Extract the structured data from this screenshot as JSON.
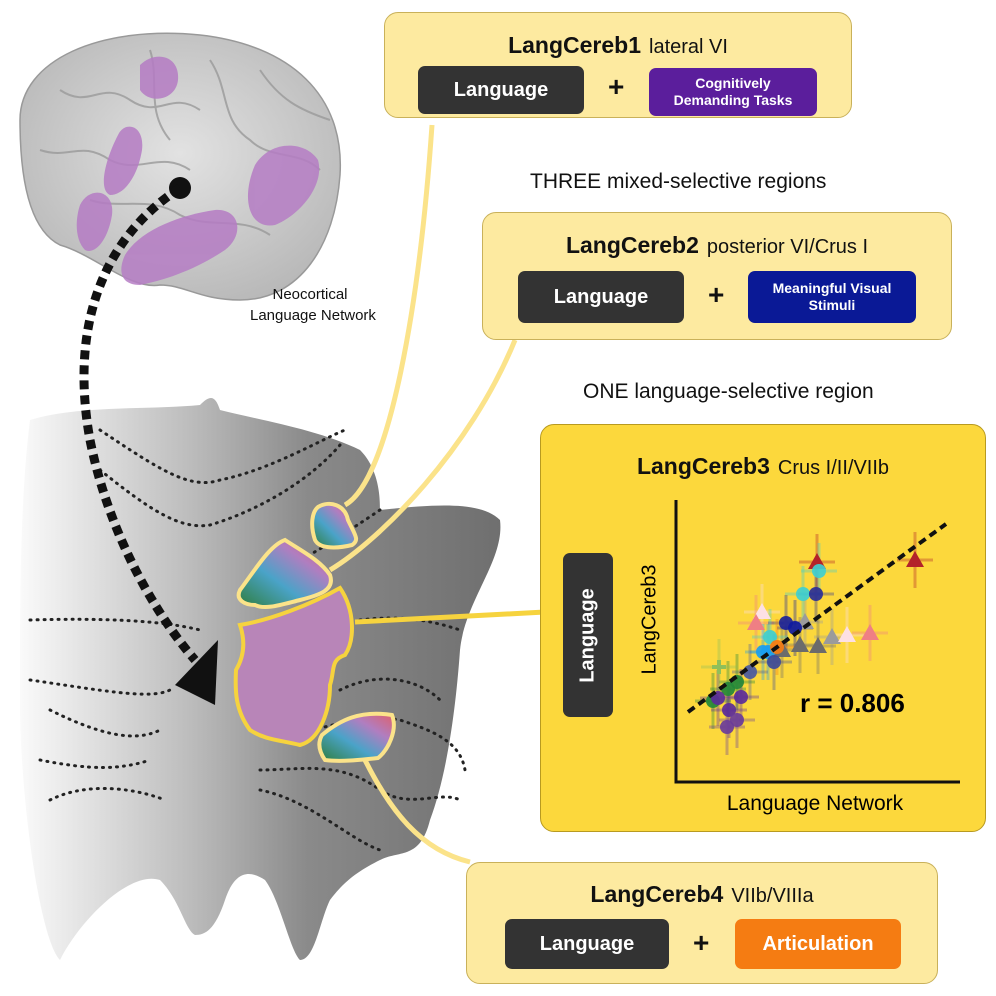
{
  "brain": {
    "label_line1": "Neocortical",
    "label_line2": "Language Network"
  },
  "headings": {
    "mixed": "THREE mixed-selective regions",
    "selective": "ONE language-selective region"
  },
  "boxes": [
    {
      "name": "LangCereb1",
      "region": "lateral VI",
      "left": "Language",
      "right": "Cognitively Demanding Tasks",
      "right_color": "#5b1e9c"
    },
    {
      "name": "LangCereb2",
      "region": "posterior VI/Crus I",
      "left": "Language",
      "right": "Meaningful Visual Stimuli",
      "right_color": "#0a1996"
    },
    {
      "name": "LangCereb3",
      "region": "Crus I/II/VIIb",
      "left": "Language"
    },
    {
      "name": "LangCereb4",
      "region": "VIIb/VIIIa",
      "left": "Language",
      "right": "Articulation",
      "right_color": "#f57c12"
    }
  ],
  "plus": "+",
  "chart_data": {
    "type": "scatter",
    "xlabel": "Language Network",
    "ylabel": "LangCereb3",
    "annotation": "r = 0.806",
    "xlim": [
      0,
      284
    ],
    "ylim": [
      0,
      282
    ],
    "fit_line": [
      [
        12,
        70
      ],
      [
        270,
        258
      ]
    ],
    "points": [
      {
        "x": 141,
        "y": 220,
        "shape": "triangle",
        "color": "#b3232a"
      },
      {
        "x": 239,
        "y": 222,
        "shape": "triangle",
        "color": "#b3232a"
      },
      {
        "x": 86,
        "y": 170,
        "shape": "triangle",
        "color": "#fde0e4"
      },
      {
        "x": 80,
        "y": 159,
        "shape": "triangle",
        "color": "#ef7f84"
      },
      {
        "x": 129,
        "y": 160,
        "shape": "triangle",
        "color": "#9b9b9b"
      },
      {
        "x": 156,
        "y": 145,
        "shape": "triangle",
        "color": "#9b9b9b"
      },
      {
        "x": 171,
        "y": 147,
        "shape": "triangle",
        "color": "#fde0e4"
      },
      {
        "x": 194,
        "y": 149,
        "shape": "triangle",
        "color": "#ef7f84"
      },
      {
        "x": 124,
        "y": 137,
        "shape": "triangle",
        "color": "#6b6b6b"
      },
      {
        "x": 142,
        "y": 136,
        "shape": "triangle",
        "color": "#6b6b6b"
      },
      {
        "x": 106,
        "y": 132,
        "shape": "triangle",
        "color": "#6b6b6b"
      },
      {
        "x": 143,
        "y": 211,
        "shape": "circle",
        "color": "#3fcfd0"
      },
      {
        "x": 127,
        "y": 188,
        "shape": "circle",
        "color": "#3fcfd0"
      },
      {
        "x": 140,
        "y": 188,
        "shape": "circle",
        "color": "#2a2f96"
      },
      {
        "x": 110,
        "y": 159,
        "shape": "circle",
        "color": "#1c2398"
      },
      {
        "x": 119,
        "y": 154,
        "shape": "circle",
        "color": "#0f1a9e"
      },
      {
        "x": 94,
        "y": 145,
        "shape": "circle",
        "color": "#3fcfd0"
      },
      {
        "x": 87,
        "y": 130,
        "shape": "circle",
        "color": "#1a9ef0"
      },
      {
        "x": 92,
        "y": 130,
        "shape": "circle",
        "color": "#1a9ef0"
      },
      {
        "x": 101,
        "y": 135,
        "shape": "circle",
        "color": "#f57c12"
      },
      {
        "x": 98,
        "y": 120,
        "shape": "circle",
        "color": "#3c4a99"
      },
      {
        "x": 74,
        "y": 110,
        "shape": "circle",
        "color": "#4a5aa0"
      },
      {
        "x": 61,
        "y": 100,
        "shape": "circle",
        "color": "#23883a"
      },
      {
        "x": 52,
        "y": 93,
        "shape": "circle",
        "color": "#23883a"
      },
      {
        "x": 37,
        "y": 81,
        "shape": "circle",
        "color": "#23883a"
      },
      {
        "x": 42,
        "y": 84,
        "shape": "circle",
        "color": "#5b2b9a"
      },
      {
        "x": 65,
        "y": 85,
        "shape": "circle",
        "color": "#5b2b9a"
      },
      {
        "x": 53,
        "y": 72,
        "shape": "circle",
        "color": "#5b2b9a"
      },
      {
        "x": 61,
        "y": 62,
        "shape": "circle",
        "color": "#6a3c9a"
      },
      {
        "x": 51,
        "y": 55,
        "shape": "circle",
        "color": "#6a3c9a"
      },
      {
        "x": 43,
        "y": 115,
        "shape": "plus",
        "color": "#8fbf5a"
      }
    ]
  }
}
